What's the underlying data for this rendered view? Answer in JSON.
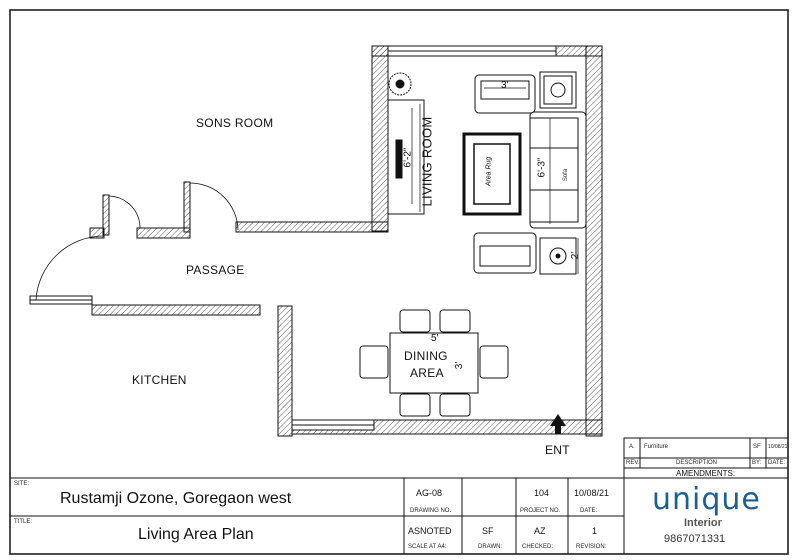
{
  "rooms": {
    "sons_room": "SONS ROOM",
    "passage": "PASSAGE",
    "kitchen": "KITCHEN",
    "living_room": "LIVING ROOM",
    "dining_area_line1": "DINING",
    "dining_area_line2": "AREA",
    "entry": "ENT"
  },
  "dimensions": {
    "chair_top": "3'",
    "tv_unit": "6'-2\"",
    "sofa": "6'-3\"",
    "sofa_label": "Sofa",
    "side_table": "2'",
    "dining_length": "5'",
    "dining_width": "3'"
  },
  "rug_text": "Area Rug",
  "amendments": {
    "row_a": "A.",
    "row_a_desc": "Furniture",
    "row_a_by": "SF",
    "row_a_date": "10/08/21",
    "col_rev": "REV.",
    "col_desc": "DESCRIPTION",
    "col_by": "BY:",
    "col_date": "DATE:",
    "heading": "AMENDMENTS:"
  },
  "title_block": {
    "site_label": "SITE:",
    "site_value": "Rustamji Ozone, Goregaon west",
    "title_label": "TITLE:",
    "title_value": "Living Area Plan",
    "drawing_no": "AG-08",
    "drawing_no_label": "DRAWING NO.",
    "project_no": "104",
    "project_no_label": "PROJECT NO.",
    "date": "10/08/21",
    "date_label": "DATE:",
    "scale": "ASNOTED",
    "scale_label": "SCALE AT A4:",
    "drawn": "SF",
    "drawn_label": "DRAWN:",
    "checked": "AZ",
    "checked_label": "CHECKED:",
    "revision": "1",
    "revision_label": "REVISION:"
  },
  "logo": {
    "name": "unique",
    "subtitle": "Interior",
    "phone": "9867071331"
  },
  "colors": {
    "line": "#111111",
    "logo_blue": "#1f5f8b",
    "logo_gray": "#555555"
  }
}
